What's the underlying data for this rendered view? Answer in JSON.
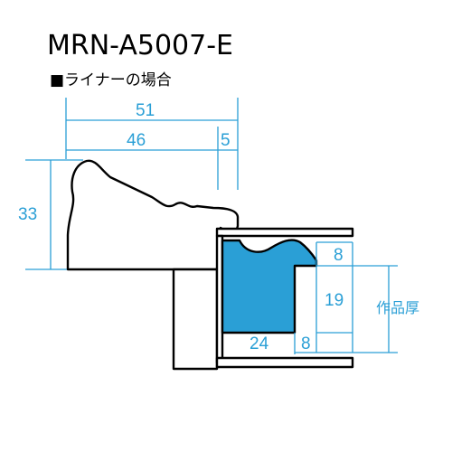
{
  "title": "MRN-A5007-E",
  "subtitle": "■ライナーの場合",
  "dimensions": {
    "total_width": "51",
    "main_width": "46",
    "lip_width": "5",
    "height": "33",
    "liner_top": "8",
    "liner_height": "19",
    "liner_lip": "8",
    "back_width": "24",
    "artwork_thickness": "作品厚"
  },
  "colors": {
    "dimension": "#2a9fd6",
    "liner_fill": "#2a9fd6",
    "outline": "#000000"
  }
}
